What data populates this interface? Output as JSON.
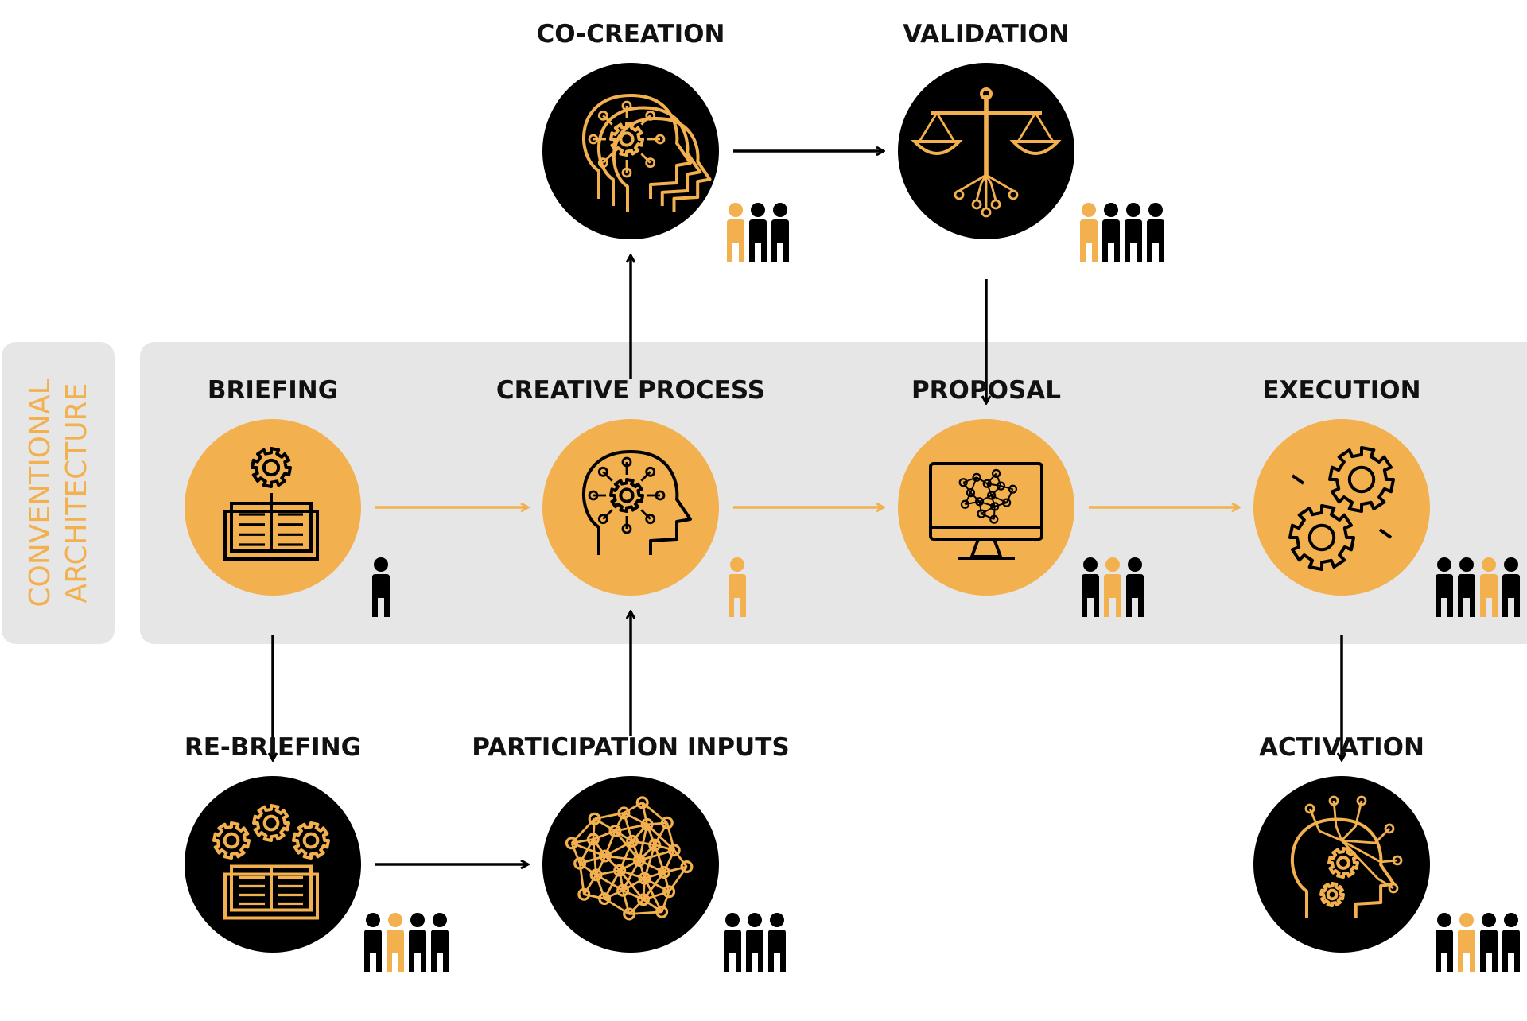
{
  "diagram": {
    "side_label": {
      "line1": "CONVENTIONAL",
      "line2": "ARCHITECTURE"
    },
    "nodes": [
      {
        "id": "co-creation",
        "label": "CO-CREATION",
        "fill": "#000000",
        "icon": "heads-gear-icon",
        "people": [
          "orange",
          "black",
          "black"
        ]
      },
      {
        "id": "validation",
        "label": "VALIDATION",
        "fill": "#000000",
        "icon": "scales-icon",
        "people": [
          "orange",
          "black",
          "black",
          "black"
        ]
      },
      {
        "id": "briefing",
        "label": "BRIEFING",
        "fill": "#F2B04F",
        "icon": "book-gear-icon",
        "people": [
          "black"
        ]
      },
      {
        "id": "creative-process",
        "label": "CREATIVE PROCESS",
        "fill": "#F2B04F",
        "icon": "head-gear-icon",
        "people": [
          "orange"
        ]
      },
      {
        "id": "proposal",
        "label": "PROPOSAL",
        "fill": "#F2B04F",
        "icon": "monitor-network-icon",
        "people": [
          "black",
          "orange",
          "black"
        ]
      },
      {
        "id": "execution",
        "label": "EXECUTION",
        "fill": "#F2B04F",
        "icon": "gears-icon",
        "people": [
          "black",
          "black",
          "orange",
          "black"
        ]
      },
      {
        "id": "re-briefing",
        "label": "RE-BRIEFING",
        "fill": "#000000",
        "icon": "book-gears-icon",
        "people": [
          "black",
          "orange",
          "black",
          "black"
        ]
      },
      {
        "id": "participation-inputs",
        "label": "PARTICIPATION INPUTS",
        "fill": "#000000",
        "icon": "brain-network-icon",
        "people": [
          "black",
          "black",
          "black"
        ]
      },
      {
        "id": "activation",
        "label": "ACTIVATION",
        "fill": "#000000",
        "icon": "head-circuit-icon",
        "people": [
          "black",
          "orange",
          "black",
          "black"
        ]
      }
    ],
    "edges": [
      {
        "from": "briefing",
        "to": "creative-process",
        "color": "#F2B04F"
      },
      {
        "from": "creative-process",
        "to": "proposal",
        "color": "#F2B04F"
      },
      {
        "from": "proposal",
        "to": "execution",
        "color": "#F2B04F"
      },
      {
        "from": "creative-process",
        "to": "co-creation",
        "color": "#000000"
      },
      {
        "from": "co-creation",
        "to": "validation",
        "color": "#000000"
      },
      {
        "from": "validation",
        "to": "proposal",
        "color": "#000000"
      },
      {
        "from": "briefing",
        "to": "re-briefing",
        "color": "#000000"
      },
      {
        "from": "re-briefing",
        "to": "participation-inputs",
        "color": "#000000"
      },
      {
        "from": "participation-inputs",
        "to": "creative-process",
        "color": "#000000"
      },
      {
        "from": "execution",
        "to": "activation",
        "color": "#000000"
      }
    ],
    "colors": {
      "accent": "#F2B04F",
      "dark": "#000000",
      "band": "#E6E6E6",
      "side_text": "#F2B04F"
    }
  }
}
